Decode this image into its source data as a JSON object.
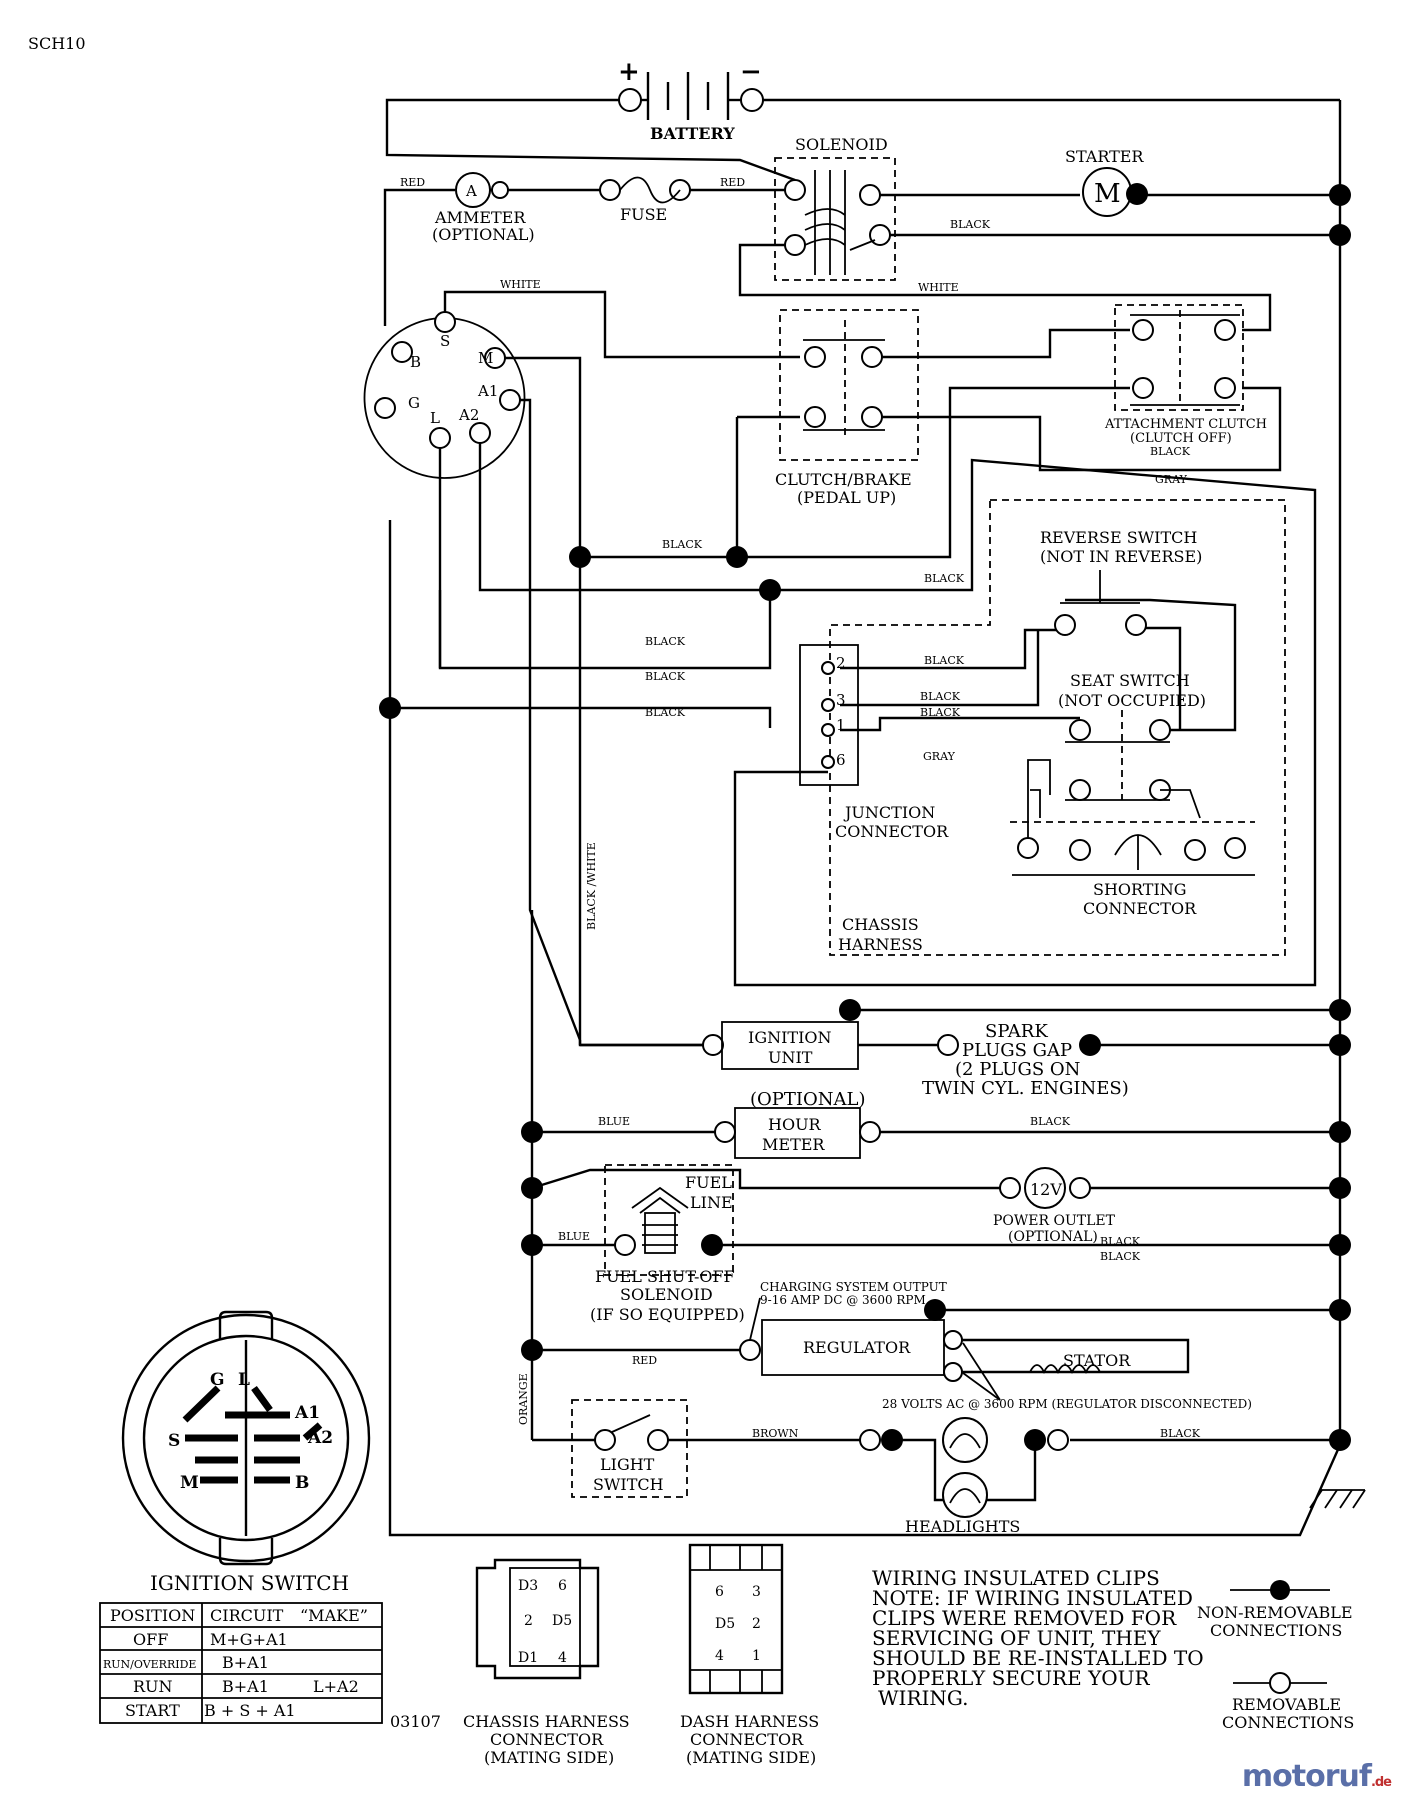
{
  "doc_code": "SCH10",
  "figure_number": "03107",
  "watermark": {
    "text": "motoruf",
    "suffix": ".de"
  },
  "components": {
    "battery": "BATTERY",
    "battery_plus": "+",
    "battery_minus": "−",
    "solenoid": "SOLENOID",
    "starter": "STARTER",
    "starter_symbol": "M",
    "ammeter_1": "AMMETER",
    "ammeter_2": "(OPTIONAL)",
    "ammeter_symbol": "A",
    "fuse": "FUSE",
    "clutch_brake_1": "CLUTCH/BRAKE",
    "clutch_brake_2": "(PEDAL UP)",
    "attachment_clutch_1": "ATTACHMENT CLUTCH",
    "attachment_clutch_2": "(CLUTCH OFF)",
    "reverse_switch_1": "REVERSE SWITCH",
    "reverse_switch_2": "(NOT IN REVERSE)",
    "seat_switch_1": "SEAT SWITCH",
    "seat_switch_2": "(NOT OCCUPIED)",
    "junction_1": "JUNCTION",
    "junction_2": "CONNECTOR",
    "shorting_1": "SHORTING",
    "shorting_2": "CONNECTOR",
    "chassis_harness_1": "CHASSIS",
    "chassis_harness_2": "HARNESS",
    "ignition_unit_1": "IGNITION",
    "ignition_unit_2": "UNIT",
    "spark_1": "SPARK",
    "spark_2": "PLUGS GAP",
    "spark_3": "(2 PLUGS ON",
    "spark_4": "TWIN CYL. ENGINES)",
    "hour_meter_optional": "(OPTIONAL)",
    "hour_meter_1": "HOUR",
    "hour_meter_2": "METER",
    "fuel_line_1": "FUEL",
    "fuel_line_2": "LINE",
    "fuel_solenoid_1": "FUEL SHUT-OFF",
    "fuel_solenoid_2": "SOLENOID",
    "fuel_solenoid_3": "(IF SO EQUIPPED)",
    "power_outlet_symbol": "12V",
    "power_outlet_1": "POWER OUTLET",
    "power_outlet_2": "(OPTIONAL)",
    "charging_1": "CHARGING SYSTEM OUTPUT",
    "charging_2": "9-16 AMP DC @ 3600 RPM",
    "regulator": "REGULATOR",
    "stator": "STATOR",
    "stator_note": "28 VOLTS AC @ 3600 RPM (REGULATOR DISCONNECTED)",
    "light_switch_1": "LIGHT",
    "light_switch_2": "SWITCH",
    "headlights": "HEADLIGHTS"
  },
  "terminals": {
    "s": "S",
    "b": "B",
    "g": "G",
    "l": "L",
    "a2": "A2",
    "a1": "A1",
    "m": "M",
    "j2": "2",
    "j3": "3",
    "j1": "1",
    "j6": "6"
  },
  "wire_labels": {
    "red_1": "RED",
    "red_2": "RED",
    "red_3": "RED",
    "white_1": "WHITE",
    "white_2": "WHITE",
    "black_1": "BLACK",
    "black_2": "BLACK",
    "black_3": "BLACK",
    "black_4": "BLACK",
    "black_5": "BLACK",
    "black_6": "BLACK",
    "black_7": "BLACK",
    "black_8": "BLACK",
    "black_9": "BLACK",
    "black_10": "BLACK",
    "black_11": "BLACK",
    "black_12": "BLACK",
    "black_13": "BLACK",
    "black_14": "BLACK",
    "gray_1": "GRAY",
    "gray_2": "GRAY",
    "black_white": "BLACK /WHITE",
    "blue_1": "BLUE",
    "blue_2": "BLUE",
    "orange": "ORANGE",
    "brown": "BROWN"
  },
  "ignition_switch": {
    "title": "IGNITION SWITCH",
    "face_labels": {
      "g": "G",
      "l": "L",
      "a1": "A1",
      "s": "S",
      "a2": "A2",
      "m": "M",
      "b": "B"
    },
    "headers": [
      "POSITION",
      "CIRCUIT",
      "“MAKE”"
    ],
    "rows": [
      {
        "position": "OFF",
        "circuit": "M+G+A1",
        "extra": ""
      },
      {
        "position": "RUN/OVERRIDE",
        "circuit": "B+A1",
        "extra": ""
      },
      {
        "position": "RUN",
        "circuit": "B+A1",
        "extra": "L+A2"
      },
      {
        "position": "START",
        "circuit": "B + S + A1",
        "extra": ""
      }
    ]
  },
  "chassis_connector": {
    "pins": [
      "D3",
      "6",
      "2",
      "D5",
      "D1",
      "4"
    ],
    "label_1": "CHASSIS HARNESS",
    "label_2": "CONNECTOR",
    "label_3": "(MATING SIDE)"
  },
  "dash_connector": {
    "pins": [
      "6",
      "3",
      "D5",
      "2",
      "4",
      "1"
    ],
    "label_1": "DASH HARNESS",
    "label_2": "CONNECTOR",
    "label_3": "(MATING SIDE)"
  },
  "note": {
    "line_1": "WIRING INSULATED CLIPS",
    "line_2": "NOTE:  IF WIRING INSULATED",
    "line_3": "CLIPS WERE REMOVED FOR",
    "line_4": "SERVICING OF UNIT, THEY",
    "line_5": "SHOULD BE RE-INSTALLED TO",
    "line_6": "PROPERLY SECURE YOUR",
    "line_7": "WIRING."
  },
  "legend": {
    "non_removable_1": "NON-REMOVABLE",
    "non_removable_2": "CONNECTIONS",
    "removable_1": "REMOVABLE",
    "removable_2": "CONNECTIONS"
  }
}
